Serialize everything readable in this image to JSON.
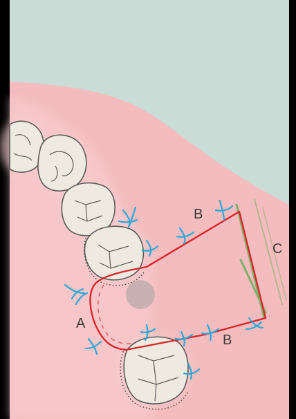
{
  "labels": {
    "a": "A",
    "b_upper": "B",
    "b_lower": "B",
    "c": "C"
  },
  "colors": {
    "frame": "#000000",
    "sky": "#c9dcd6",
    "gum": "#f4bcbe",
    "gum_light": "#f8cfd1",
    "tooth": "#efeae0",
    "tooth_outline": "#5a5a5a",
    "incision": "#d8262c",
    "suture": "#2aa7d8",
    "bone_line": "#7fb069",
    "spot": "#b9a9aa"
  }
}
